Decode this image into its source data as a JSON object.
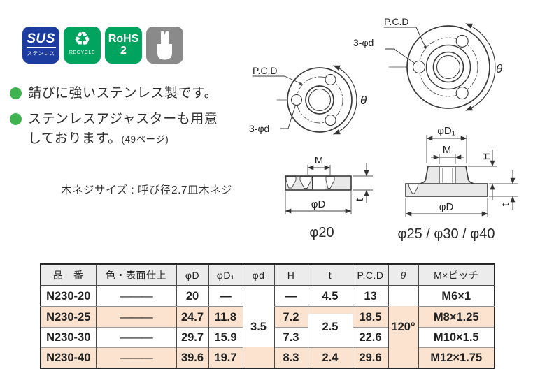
{
  "badges": {
    "sus_title": "SUS",
    "sus_subtitle": "ステンレス",
    "recycle_symbol": "♻",
    "recycle_label": "RECYCLE",
    "rohs_line1": "RoHS",
    "rohs_line2": "2"
  },
  "features": {
    "item1": "錆びに強いステンレス製です。",
    "item2_line1": "ステンレスアジャスターも用意",
    "item2_line2": "しております。",
    "item2_note": "(49ページ)"
  },
  "wood_screw_note": "木ネジサイズ : 呼び径2.7皿木ネジ",
  "drawing": {
    "pcd_label": "P.C.D",
    "holes_label": "3-φd",
    "theta_label": "θ",
    "m_label": "M",
    "phi_d_label": "φD",
    "phi_d1_label": "φD₁",
    "t_label": "t",
    "h_label": "H",
    "size_small": "φ20",
    "size_large": "φ25 / φ30 / φ40"
  },
  "table": {
    "headers": [
      "品　番",
      "色・表面仕上",
      "φD",
      "φD₁",
      "φd",
      "H",
      "t",
      "P.C.D",
      "θ",
      "M×ピッチ"
    ],
    "merged": {
      "phi_d_small": "3.5",
      "t_mid": "2.5",
      "theta": "120°"
    },
    "rows": [
      {
        "part": "N230-20",
        "finish": "———",
        "phiD": "20",
        "phiD1": "—",
        "H": "—",
        "t": "4.5",
        "pcd": "13",
        "pitch": "M6×1"
      },
      {
        "part": "N230-25",
        "finish": "———",
        "phiD": "24.7",
        "phiD1": "11.8",
        "H": "7.2",
        "pcd": "18.5",
        "pitch": "M8×1.25"
      },
      {
        "part": "N230-30",
        "finish": "———",
        "phiD": "29.7",
        "phiD1": "15.9",
        "H": "7.3",
        "pcd": "22.6",
        "pitch": "M10×1.5"
      },
      {
        "part": "N230-40",
        "finish": "———",
        "phiD": "39.6",
        "phiD1": "19.7",
        "H": "8.3",
        "t": "2.4",
        "pcd": "29.6",
        "pitch": "M12×1.75"
      }
    ]
  },
  "colors": {
    "sus_blue": "#1c3ca0",
    "eco_green": "#00a45f",
    "badge_gray": "#8a8a8a",
    "bullet_green": "#3eb34f",
    "stripe_peach": "#fbe3cf",
    "header_gray": "#ececec"
  }
}
